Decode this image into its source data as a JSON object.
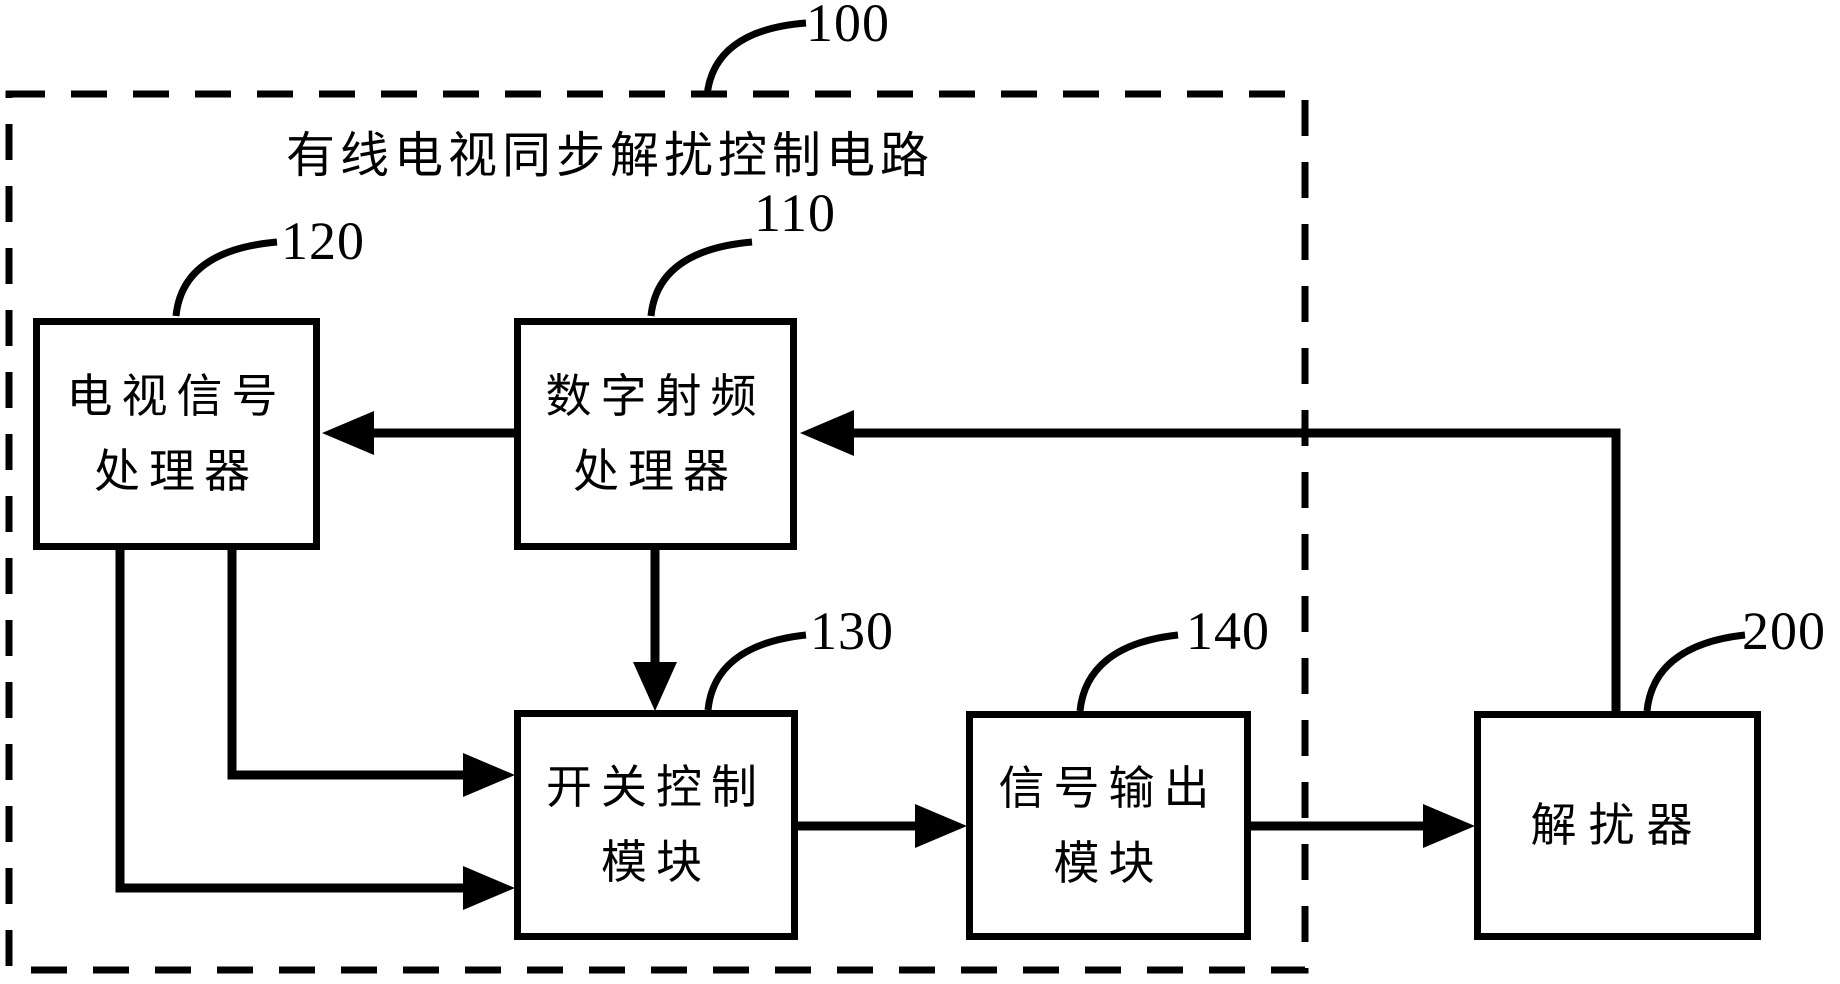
{
  "diagram": {
    "title": "有线电视同步解扰控制电路",
    "outer_ref": "100",
    "blocks": [
      {
        "name": "tv-signal-processor",
        "ref": "120",
        "line1": "电视信号",
        "line2": "处理器"
      },
      {
        "name": "digital-rf-processor",
        "ref": "110",
        "line1": "数字射频",
        "line2": "处理器"
      },
      {
        "name": "switch-control-module",
        "ref": "130",
        "line1": "开关控制",
        "line2": "模块"
      },
      {
        "name": "signal-output-module",
        "ref": "140",
        "line1": "信号输出",
        "line2": "模块"
      },
      {
        "name": "descrambler",
        "ref": "200",
        "line1": "解扰器"
      }
    ],
    "colors": {
      "ink": "#000000",
      "paper": "#ffffff"
    }
  }
}
